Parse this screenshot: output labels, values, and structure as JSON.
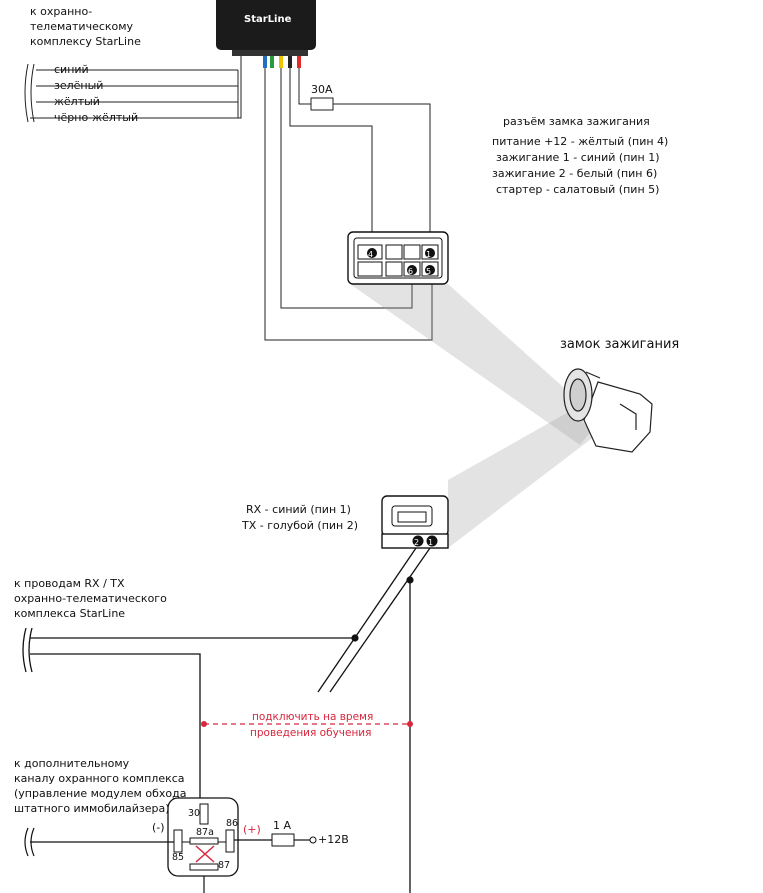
{
  "module": {
    "note_lines": [
      "к охранно-",
      "телематическому",
      "комплексу StarLine"
    ],
    "brand": "StarLine",
    "wires": [
      "синий",
      "зелёный",
      "жёлтый",
      "чёрно-жёлтый"
    ],
    "wire_colors": [
      "#1f6fc4",
      "#2a9b3c",
      "#f2c400",
      "#222222",
      "#e52a2a"
    ],
    "fuse": "30А"
  },
  "ignition_connector": {
    "title": "разъём замка зажигания",
    "pins": [
      "питание +12 - жёлтый (пин 4)",
      "зажигание 1 - синий (пин 1)",
      "зажигание 2 - белый (пин 6)",
      "стартер - салатовый (пин 5)"
    ],
    "pin_numbers": [
      "4",
      "1",
      "6",
      "5"
    ]
  },
  "ignition_lock": {
    "label": "замок зажигания"
  },
  "rxtx_connector": {
    "pins": [
      "RX - синий (пин 1)",
      "TX - голубой (пин 2)"
    ],
    "pin_numbers": [
      "2",
      "1"
    ]
  },
  "rxtx_wires": {
    "note_lines": [
      "к проводам RX / TX",
      "охранно-телематического",
      "комплекса StarLine"
    ]
  },
  "training_note": {
    "lines": [
      "подключить на время",
      "проведения обучения"
    ],
    "color": "#d7263d"
  },
  "relay": {
    "note_lines": [
      "к дополнительному",
      "каналу охранного комплекса",
      "(управление модулем обхода",
      " штатного иммобилайзера)"
    ],
    "pins": {
      "p30": "30",
      "p87a": "87a",
      "p86": "86",
      "p85": "85",
      "p87": "87"
    },
    "minus": "(-)",
    "plus": "(+)",
    "fuse": "1 А",
    "supply": "+12В"
  }
}
